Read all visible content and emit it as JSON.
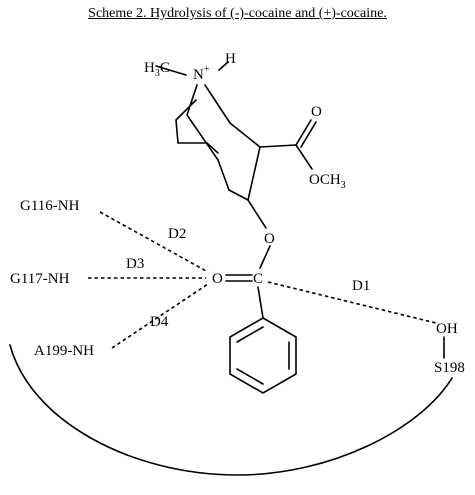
{
  "title": "Scheme 2. Hydrolysis of (-)-cocaine and (+)-cocaine.",
  "molecule": {
    "n_methyl_h3c": "H",
    "n_methyl_sub": "3",
    "n_methyl_c": "C",
    "n_atom": "N",
    "n_charge": "+",
    "n_h": "H",
    "carbonyl_o": "O",
    "ester_och3_prefix": "OCH",
    "ester_och3_sub": "3",
    "ester_o": "O",
    "center_o": "O",
    "center_c": "C",
    "oh": "OH"
  },
  "residues": {
    "g116": "G116-NH",
    "g117": "G117-NH",
    "a199": "A199-NH",
    "s198": "S198"
  },
  "distances": {
    "d1": "D1",
    "d2": "D2",
    "d3": "D3",
    "d4": "D4"
  }
}
